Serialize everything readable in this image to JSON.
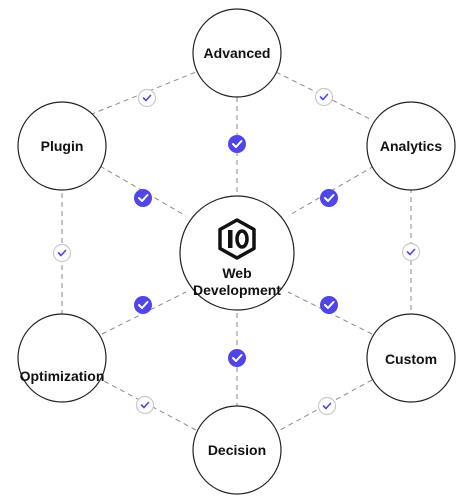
{
  "center": {
    "label_line1": "Web",
    "label_line2": "Development",
    "logo_icon": "hexagon-1o-logo-icon"
  },
  "nodes": [
    {
      "id": "advanced",
      "label": "Advanced"
    },
    {
      "id": "analytics",
      "label": "Analytics"
    },
    {
      "id": "custom",
      "label": "Custom"
    },
    {
      "id": "decision",
      "label": "Decision"
    },
    {
      "id": "optimization",
      "label": "Optimization"
    },
    {
      "id": "plugin",
      "label": "Plugin"
    }
  ],
  "badges": {
    "filled_icon": "check-circle-filled-icon",
    "outline_icon": "check-circle-outline-icon"
  },
  "colors": {
    "accent": "#4F46E5",
    "stroke": "#222222",
    "connector": "#8a8a8a",
    "outline_badge_ring": "#c9c9c9"
  }
}
